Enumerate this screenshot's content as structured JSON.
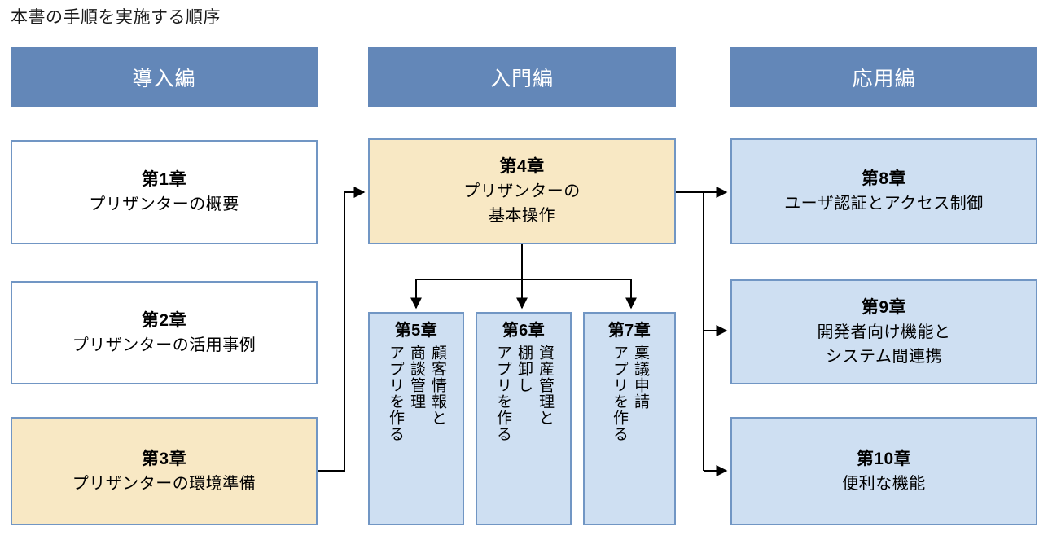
{
  "page": {
    "title": "本書の手順を実施する順序"
  },
  "colors": {
    "header_fill": "#6387B8",
    "header_text": "#FFFFFF",
    "box_border": "#7196C4",
    "fill_white": "#FFFFFF",
    "fill_beige": "#F8E8C4",
    "fill_blue": "#CEDFF2",
    "connector": "#000000",
    "page_background": "#FFFFFF"
  },
  "columns": [
    {
      "id": "intro",
      "header": "導入編"
    },
    {
      "id": "basic",
      "header": "入門編"
    },
    {
      "id": "applied",
      "header": "応用編"
    }
  ],
  "chapters": {
    "ch1": {
      "number": "第1章",
      "title": "プリザンターの概要",
      "fill": "white"
    },
    "ch2": {
      "number": "第2章",
      "title": "プリザンターの活用事例",
      "fill": "white"
    },
    "ch3": {
      "number": "第3章",
      "title": "プリザンターの環境準備",
      "fill": "beige"
    },
    "ch4": {
      "number": "第4章",
      "title_line1": "プリザンターの",
      "title_line2": "基本操作",
      "fill": "beige"
    },
    "ch5": {
      "number": "第5章",
      "title_col1": "顧客情報と",
      "title_col2": "商談管理",
      "title_col3": "アプリを作る",
      "fill": "blue"
    },
    "ch6": {
      "number": "第6章",
      "title_col1": "資産管理と",
      "title_col2": "棚卸し",
      "title_col3": "アプリを作る",
      "fill": "blue"
    },
    "ch7": {
      "number": "第7章",
      "title_col1": "稟議申請",
      "title_col2": "アプリを作る",
      "fill": "blue"
    },
    "ch8": {
      "number": "第8章",
      "title": "ユーザ認証とアクセス制御",
      "fill": "blue"
    },
    "ch9": {
      "number": "第9章",
      "title_line1": "開発者向け機能と",
      "title_line2": "システム間連携",
      "fill": "blue"
    },
    "ch10": {
      "number": "第10章",
      "title": "便利な機能",
      "fill": "blue"
    }
  },
  "connectors": [
    {
      "from": "ch3",
      "to": "ch4",
      "style": "elbow-right-up"
    },
    {
      "from": "ch4",
      "to": "ch5",
      "style": "branch-down"
    },
    {
      "from": "ch4",
      "to": "ch6",
      "style": "branch-down"
    },
    {
      "from": "ch4",
      "to": "ch7",
      "style": "branch-down"
    },
    {
      "from": "ch4",
      "to": "ch8",
      "style": "branch-right"
    },
    {
      "from": "ch4",
      "to": "ch9",
      "style": "branch-right"
    },
    {
      "from": "ch4",
      "to": "ch10",
      "style": "branch-right"
    }
  ]
}
